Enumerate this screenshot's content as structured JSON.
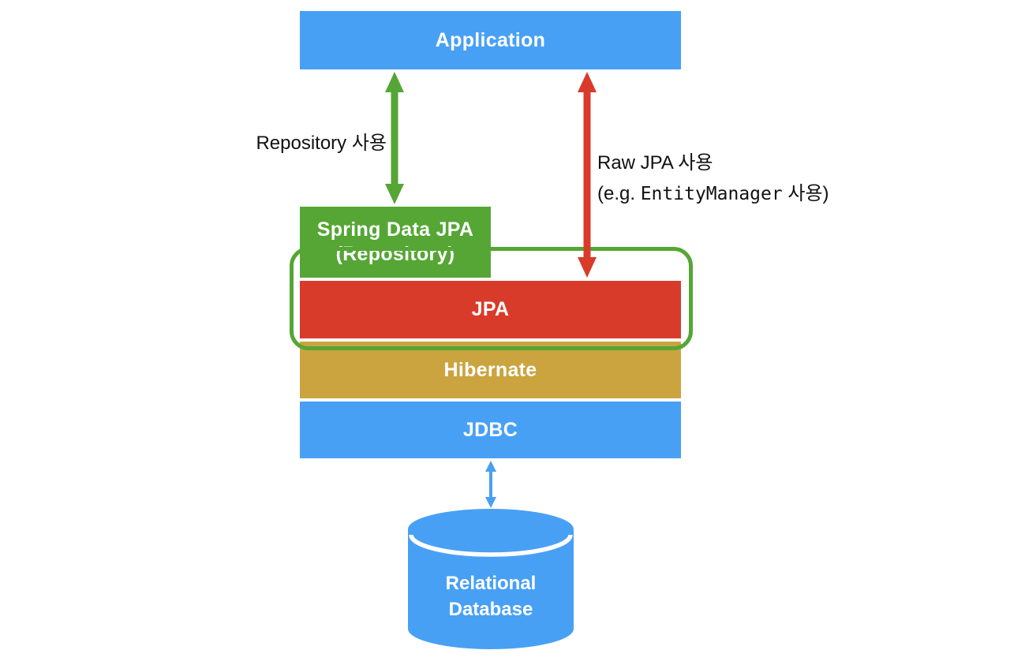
{
  "colors": {
    "blue": "#48A0F5",
    "green": "#55A635",
    "red": "#D93B2B",
    "gold": "#CBA43F",
    "label_text": "#111111",
    "box_text": "#FFFFFF",
    "background": "#FFFFFF"
  },
  "boxes": {
    "application": {
      "label": "Application"
    },
    "spring_data_jpa": {
      "label_line1": "Spring Data JPA",
      "label_line2": "(Repository)"
    },
    "jpa": {
      "label": "JPA"
    },
    "hibernate": {
      "label": "Hibernate"
    },
    "jdbc": {
      "label": "JDBC"
    },
    "database": {
      "label_line1": "Relational",
      "label_line2": "Database"
    }
  },
  "annotations": {
    "repository_arrow_label": "Repository 사용",
    "raw_jpa_label_line1": "Raw JPA 사용",
    "raw_jpa_label_line2_prefix": "(e.g. ",
    "raw_jpa_label_line2_code": "EntityManager",
    "raw_jpa_label_line2_suffix": " 사용)"
  },
  "arrows": [
    {
      "name": "repository-arrow",
      "color": "green",
      "direction": "both"
    },
    {
      "name": "raw-jpa-arrow",
      "color": "red",
      "direction": "both"
    },
    {
      "name": "jdbc-database-arrow",
      "color": "blue",
      "direction": "both"
    }
  ]
}
